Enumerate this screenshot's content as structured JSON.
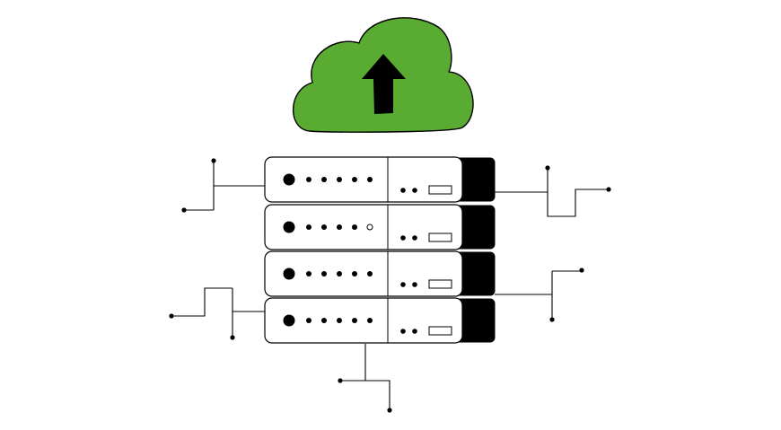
{
  "colors": {
    "cloud_fill": "#5aab32",
    "line": "#000000",
    "background": "#ffffff"
  },
  "icons": {
    "cloud": "cloud-upload-icon",
    "arrow": "arrow-up-icon",
    "server": "server-rack-icon"
  },
  "server_units": [
    {
      "id": "unit-1",
      "leds": [
        "filled",
        "filled",
        "filled",
        "filled",
        "filled"
      ]
    },
    {
      "id": "unit-2",
      "leds": [
        "filled",
        "filled",
        "filled",
        "filled",
        "hollow"
      ]
    },
    {
      "id": "unit-3",
      "leds": [
        "filled",
        "filled",
        "filled",
        "filled",
        "filled"
      ]
    },
    {
      "id": "unit-4",
      "leds": [
        "filled",
        "filled",
        "filled",
        "filled",
        "filled"
      ]
    }
  ]
}
